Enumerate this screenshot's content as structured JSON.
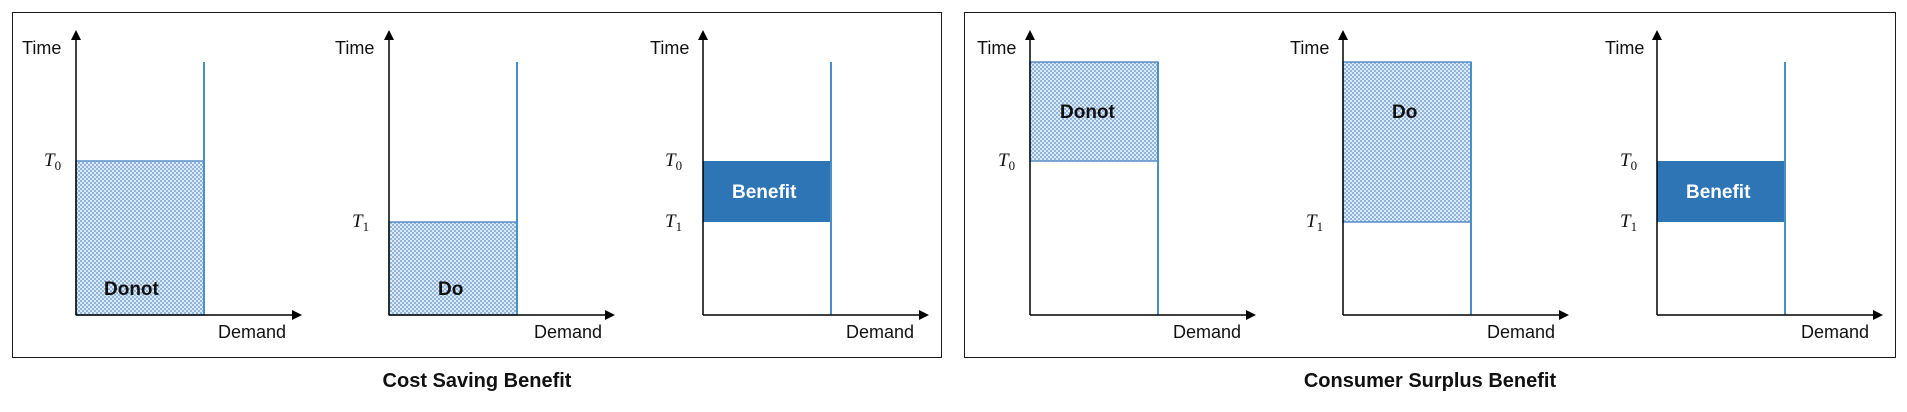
{
  "colors": {
    "axis": "#000000",
    "line": "#4a90c8",
    "hatch": "#5b8fc7",
    "benefit": "#2e75b6"
  },
  "axis": {
    "y_label": "Time",
    "x_label": "Demand"
  },
  "ticks": {
    "t0": {
      "base": "T",
      "sub": "0"
    },
    "t1": {
      "base": "T",
      "sub": "1"
    }
  },
  "groups": [
    {
      "caption": "Cost Saving Benefit",
      "charts": [
        {
          "area_label": "Donot"
        },
        {
          "area_label": "Do"
        },
        {
          "area_label": "Benefit"
        }
      ]
    },
    {
      "caption": "Consumer Surplus Benefit",
      "charts": [
        {
          "area_label": "Donot"
        },
        {
          "area_label": "Do"
        },
        {
          "area_label": "Benefit"
        }
      ]
    }
  ]
}
